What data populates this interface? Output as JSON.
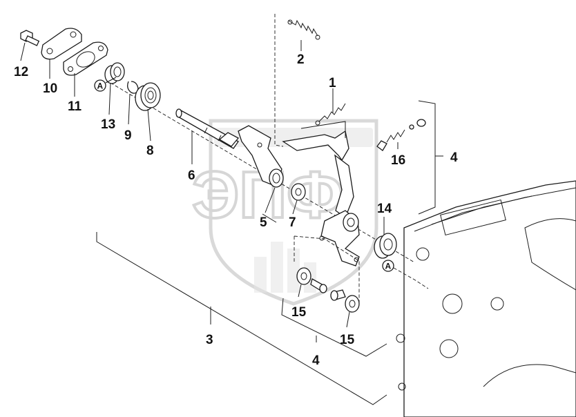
{
  "diagram": {
    "watermark_text": "ЭПФ",
    "callouts": [
      {
        "id": "c2",
        "text": "2"
      },
      {
        "id": "c1",
        "text": "1"
      },
      {
        "id": "c12",
        "text": "12"
      },
      {
        "id": "c10",
        "text": "10"
      },
      {
        "id": "c11",
        "text": "11"
      },
      {
        "id": "c13",
        "text": "13"
      },
      {
        "id": "c9",
        "text": "9"
      },
      {
        "id": "c8",
        "text": "8"
      },
      {
        "id": "c6",
        "text": "6"
      },
      {
        "id": "c5",
        "text": "5"
      },
      {
        "id": "c7",
        "text": "7"
      },
      {
        "id": "c16",
        "text": "16"
      },
      {
        "id": "c4a",
        "text": "4"
      },
      {
        "id": "c14",
        "text": "14"
      },
      {
        "id": "c15a",
        "text": "15"
      },
      {
        "id": "c15b",
        "text": "15"
      },
      {
        "id": "c3",
        "text": "3"
      },
      {
        "id": "c4b",
        "text": "4"
      }
    ],
    "markers": [
      {
        "id": "mA1",
        "text": "A"
      },
      {
        "id": "mA2",
        "text": "A"
      }
    ]
  }
}
